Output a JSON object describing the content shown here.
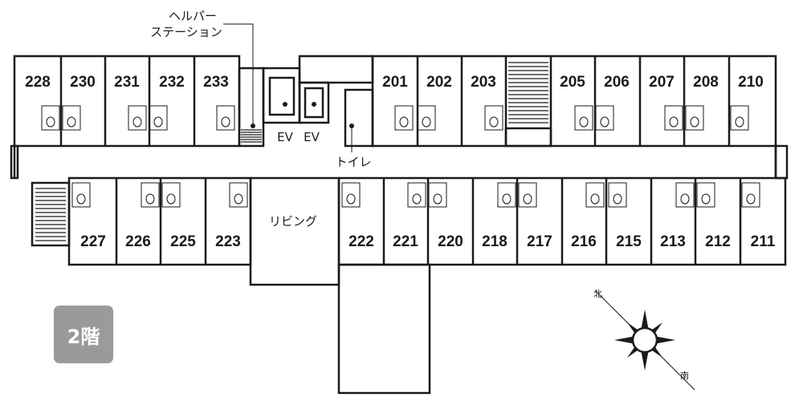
{
  "labels": {
    "helper_line1": "ヘルパー",
    "helper_line2": "ステーション",
    "ev1": "EV",
    "ev2": "EV",
    "toilet": "トイレ",
    "living": "リビング"
  },
  "floor": "2階",
  "compass": {
    "north": "北",
    "south": "南"
  },
  "rooms": {
    "r228": "228",
    "r230": "230",
    "r231": "231",
    "r232": "232",
    "r233": "233",
    "r201": "201",
    "r202": "202",
    "r203": "203",
    "r205": "205",
    "r206": "206",
    "r207": "207",
    "r208": "208",
    "r210": "210",
    "r227": "227",
    "r226": "226",
    "r225": "225",
    "r223": "223",
    "r222": "222",
    "r221": "221",
    "r220": "220",
    "r218": "218",
    "r217": "217",
    "r216": "216",
    "r215": "215",
    "r213": "213",
    "r212": "212",
    "r211": "211"
  },
  "colors": {
    "wall": "#1a1a1a",
    "badge": "#9a9a9a"
  }
}
